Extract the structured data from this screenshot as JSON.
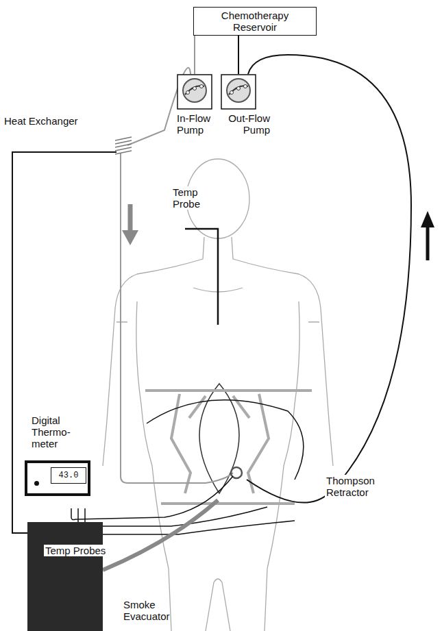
{
  "diagram": {
    "nodes": [
      {
        "text": [
          "Chemotherapy Reservoir"
        ]
      },
      {
        "text": [
          "In-Flow Pump"
        ]
      },
      {
        "text": [
          "Out-Flow Pump"
        ]
      },
      {
        "text": [
          "Digital Thermo- meter",
          "43.0"
        ]
      },
      {
        "text": [
          "Smoke Evacuator"
        ]
      }
    ],
    "edges": [
      {
        "from": 0,
        "to": 1,
        "arrow": "none"
      },
      {
        "from": 0,
        "to": 2,
        "arrow": "none"
      }
    ],
    "labels": [
      "Heat Exchanger",
      "Temp Probe",
      "Temp Probes",
      "Thompson Retractor"
    ]
  }
}
